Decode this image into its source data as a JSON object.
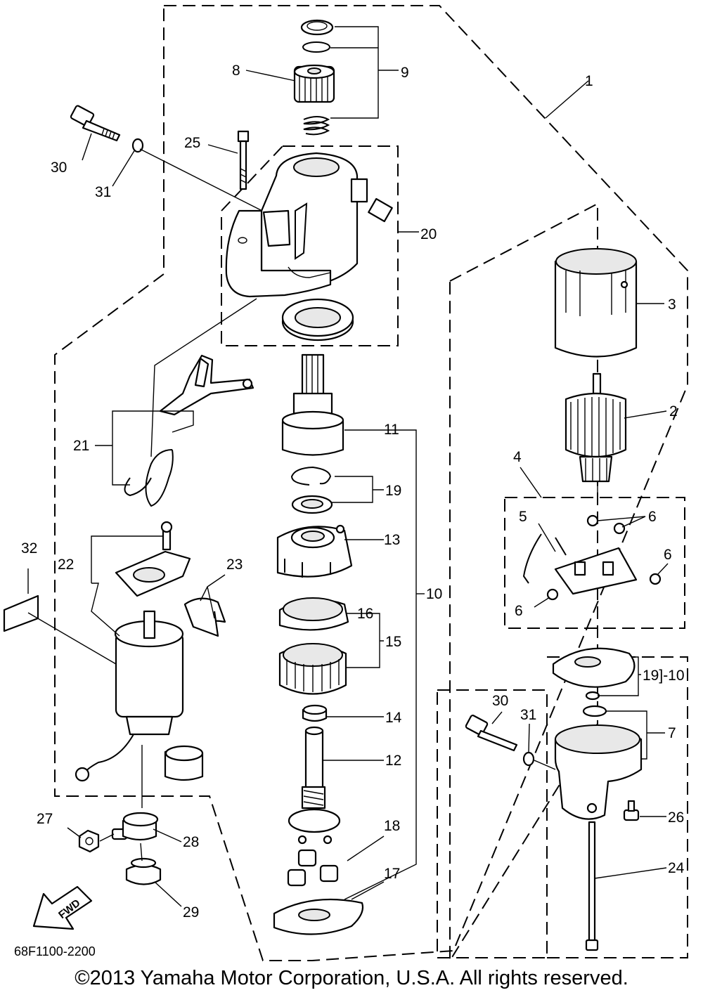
{
  "diagram": {
    "code": "68F1100-2200",
    "copyright": "©2013 Yamaha Motor Corporation, U.S.A. All rights reserved.",
    "fwd_label": "FWD",
    "callouts": {
      "c1": "1",
      "c2": "2",
      "c3": "3",
      "c4": "4",
      "c5": "5",
      "c6a": "6",
      "c6b": "6",
      "c6c": "6",
      "c7": "7",
      "c8": "8",
      "c9": "9",
      "c10a": "10",
      "c10b": "19]-10",
      "c11": "11",
      "c12": "12",
      "c13": "13",
      "c14": "14",
      "c15": "15",
      "c16": "16",
      "c17": "17",
      "c18": "18",
      "c19": "19",
      "c20": "20",
      "c21": "21",
      "c22": "22",
      "c23": "23",
      "c24": "24",
      "c25": "25",
      "c26": "26",
      "c27": "27",
      "c28": "28",
      "c29": "29",
      "c30a": "30",
      "c30b": "30",
      "c31a": "31",
      "c31b": "31",
      "c32": "32"
    }
  }
}
